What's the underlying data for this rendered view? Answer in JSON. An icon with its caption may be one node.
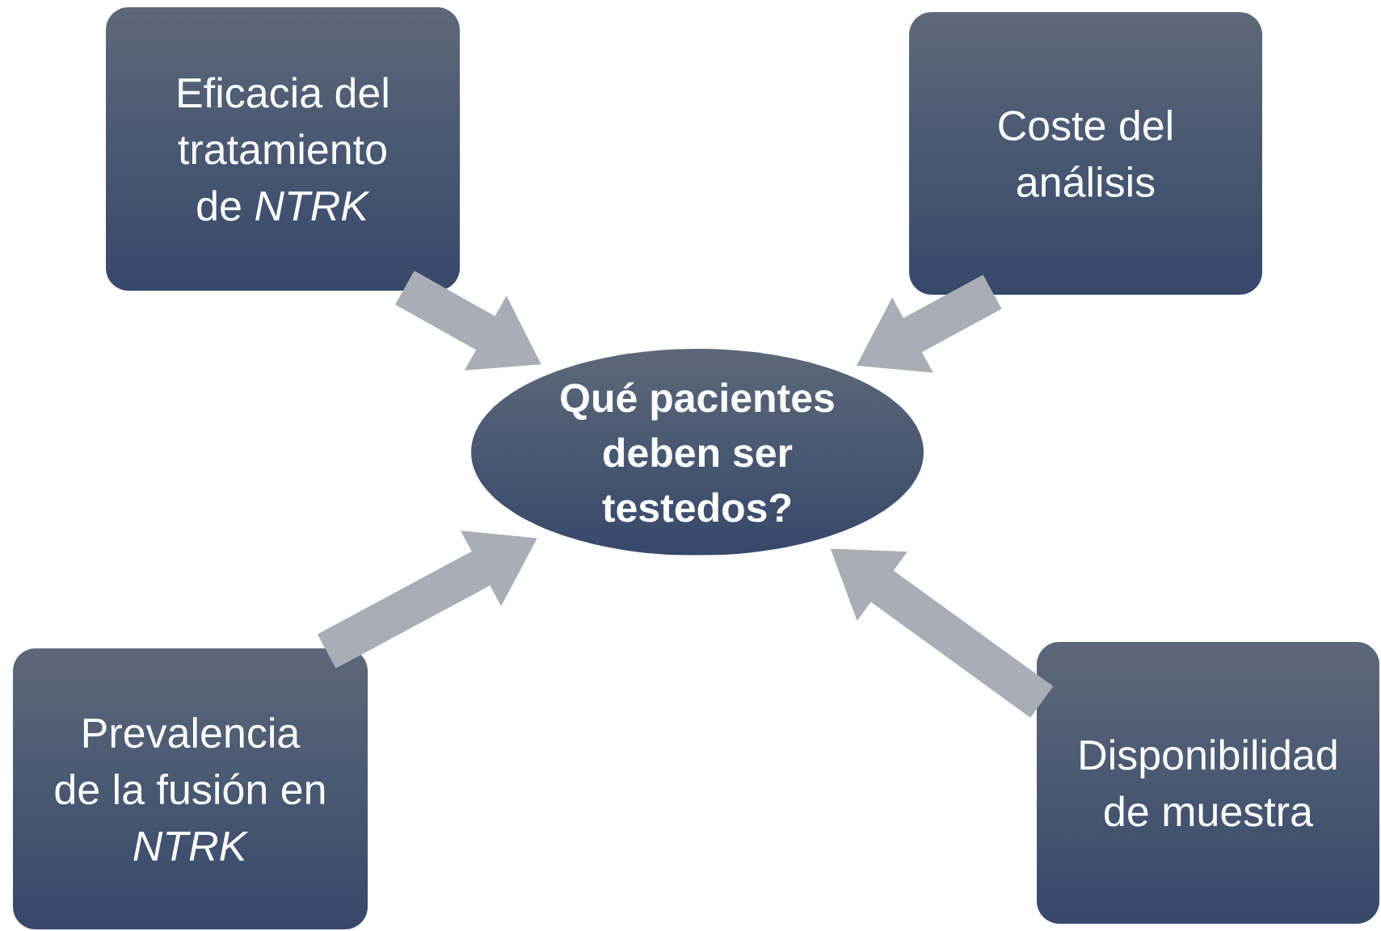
{
  "diagram": {
    "nodes": [
      {
        "text": [
          "Eficacia del tratamiento de *NTRK*"
        ]
      },
      {
        "text": [
          "Coste del análisis"
        ]
      },
      {
        "text": [
          "Qué pacientes deben ser testedos?"
        ]
      },
      {
        "text": [
          "Prevalencia de la fusión en *NTRK*"
        ]
      },
      {
        "text": [
          "Disponibilidad de muestra"
        ]
      }
    ],
    "edges": [
      {
        "from": 0,
        "to": 2,
        "arrow": "to"
      },
      {
        "from": 1,
        "to": 2,
        "arrow": "to"
      },
      {
        "from": 3,
        "to": 2,
        "arrow": "to"
      },
      {
        "from": 4,
        "to": 2,
        "arrow": "to"
      }
    ]
  }
}
